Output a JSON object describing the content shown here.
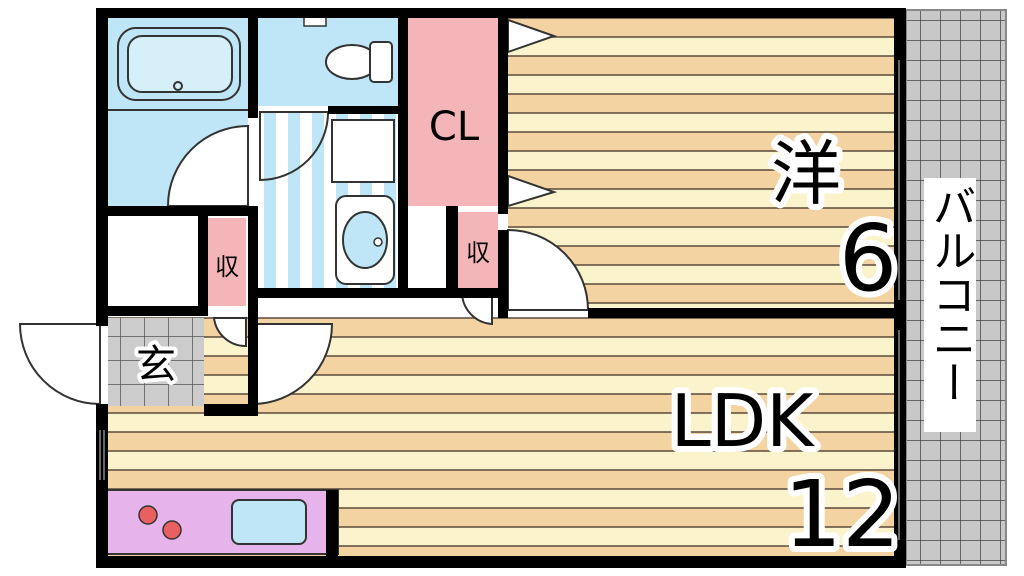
{
  "rooms": {
    "western": {
      "label": "洋",
      "size": "6"
    },
    "ldk": {
      "label": "LDK",
      "size": "12"
    },
    "closet": {
      "label": "CL"
    },
    "storage_left": {
      "label": "収"
    },
    "storage_right": {
      "label": "収"
    },
    "entrance": {
      "label": "玄"
    },
    "balcony": {
      "label": "バルコニー"
    }
  },
  "colors": {
    "wall": "#000000",
    "floor_stripe_a": "#f3d3a1",
    "floor_stripe_b": "#fbf3cb",
    "floor_line": "#5a4a3a",
    "bath_blue": "#bfe6f6",
    "closet_pink": "#f4b5b8",
    "kitchen_purple": "#e6b3ea",
    "entrance_tile": "#cccccc",
    "balcony_tile": "#c8c8c8",
    "burner_red": "#e96060"
  }
}
